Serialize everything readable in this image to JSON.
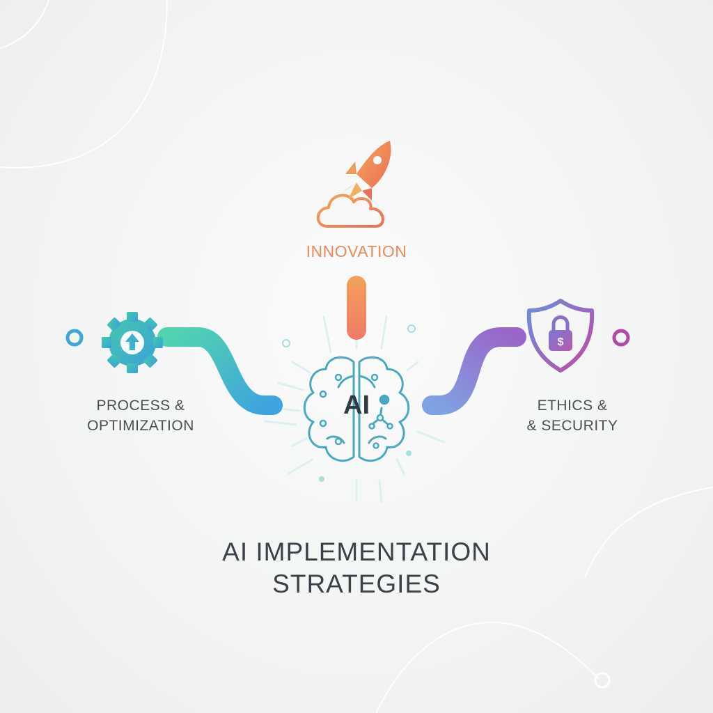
{
  "center": {
    "label": "AI"
  },
  "nodes": {
    "innovation": {
      "line1": "INNOVATION",
      "icon": "rocket-cloud-icon",
      "color": "#e98a5a"
    },
    "process": {
      "line1": "PROCESS &",
      "line2": "OPTIMIZATION",
      "icon": "gear-upload-icon",
      "color": "#3fb6c6"
    },
    "ethics": {
      "line1": "ETHICS &",
      "line2": "& SECURITY",
      "icon": "shield-lock-icon",
      "color": "#9a5fc4"
    }
  },
  "title": {
    "line1": "AI IMPLEMENTATION",
    "line2": "STRATEGIES"
  },
  "colors": {
    "orange": "#f08a4b",
    "teal": "#44c6b0",
    "blue": "#3aa7d9",
    "purple": "#8b62c9",
    "magenta": "#c2479a",
    "brain": "#4aa8c0",
    "text_dark": "#3a4148"
  }
}
